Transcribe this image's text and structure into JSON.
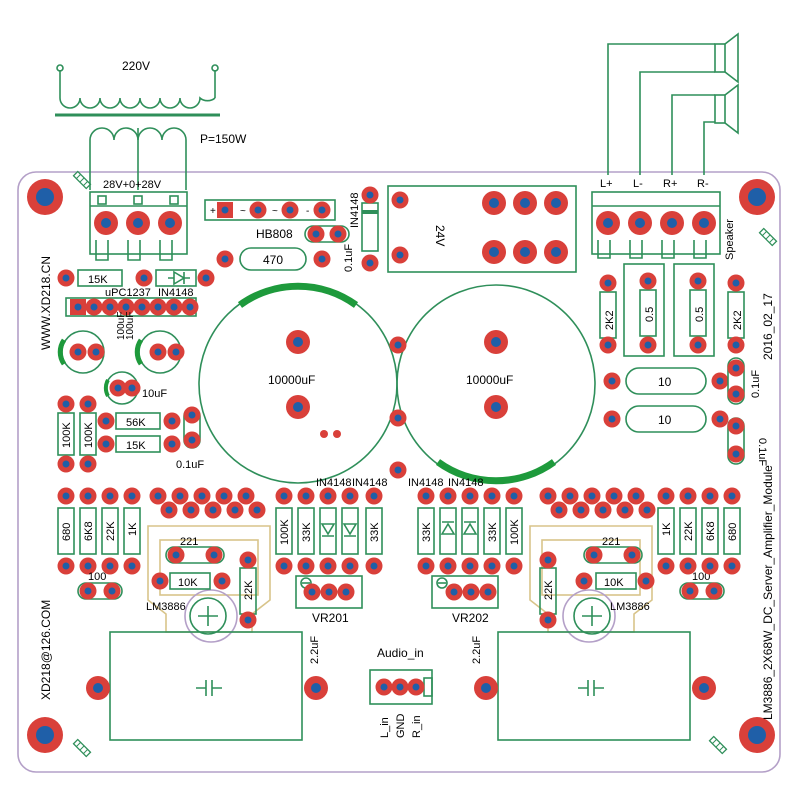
{
  "title": "LM3886_2X68W_DC_Server_Amplifier_Module",
  "date": "2016_02_17",
  "website": "WWW.XD218.CN",
  "email": "XD218@126.COM",
  "colors": {
    "outline": "#2f8f5a",
    "pad": "#d9403a",
    "hole": "#1f5fa8",
    "board_edge": "#b4a0c8",
    "sink": "#d8c48a",
    "cap_band": "#1e9a3c"
  },
  "transformer": {
    "primary": "220V",
    "secondary": "28V+0+28V",
    "power": "P=150W"
  },
  "speaker": {
    "pins": [
      "L+",
      "L-",
      "R+",
      "R-"
    ],
    "label": "Speaker"
  },
  "relay": {
    "label": "24V"
  },
  "bridge": {
    "label": "HB808",
    "pin_marks": [
      "+",
      "~",
      "~",
      "-"
    ]
  },
  "main_caps": {
    "left": "10000uF",
    "right": "10000uF"
  },
  "labels": {
    "d_4148_top": "IN4148",
    "c_01_top": "0.1uF",
    "r_470": "470",
    "r_15k_top": "15K",
    "upc": "uPC1237",
    "in4148_upc": "IN4148",
    "c_100u_a": "100uF",
    "c_100u_b": "100uF",
    "c_10u": "10uF",
    "r_100k_a": "100K",
    "r_100k_b": "100K",
    "r_56k": "56K",
    "r_15k": "15K",
    "c_01_left": "0.1uF",
    "r_680_l": "680",
    "r_6k8_l": "6K8",
    "r_22k_l": "22K",
    "r_1k_l": "1K",
    "in4148_a": "IN4148",
    "in4148_b": "IN4148",
    "in4148_c": "IN4148",
    "in4148_d": "IN4148",
    "r_100k_l": "100K",
    "r_33k_l1": "33K",
    "r_33k_l2": "33K",
    "r_33k_r1": "33K",
    "r_33k_r2": "33K",
    "r_100k_r": "100K",
    "r_1k_r": "1K",
    "r_22k_r": "22K",
    "r_6k8_r": "6K8",
    "r_680_r": "680",
    "c_221_l": "221",
    "r_10k_l": "10K",
    "r_22k_vl": "22K",
    "c_100_l": "100",
    "ic_l": "LM3886",
    "vr_l": "VR201",
    "c_221_r": "221",
    "r_10k_r": "10K",
    "r_22k_vr": "22K",
    "c_100_r": "100",
    "ic_r": "LM3886",
    "vr_r": "VR202",
    "r_2k2_a": "2K2",
    "r_05_a": "0.5",
    "r_05_b": "0.5",
    "r_2k2_b": "2K2",
    "r_10_a": "10",
    "r_10_b": "10",
    "c_01_r1": "0.1uF",
    "c_01_r2": "0.1uF",
    "c_22u_l": "2.2uF",
    "c_22u_r": "2.2uF",
    "audio_in": "Audio_in",
    "l_in": "L_in",
    "gnd": "GND",
    "r_in": "R_in"
  }
}
